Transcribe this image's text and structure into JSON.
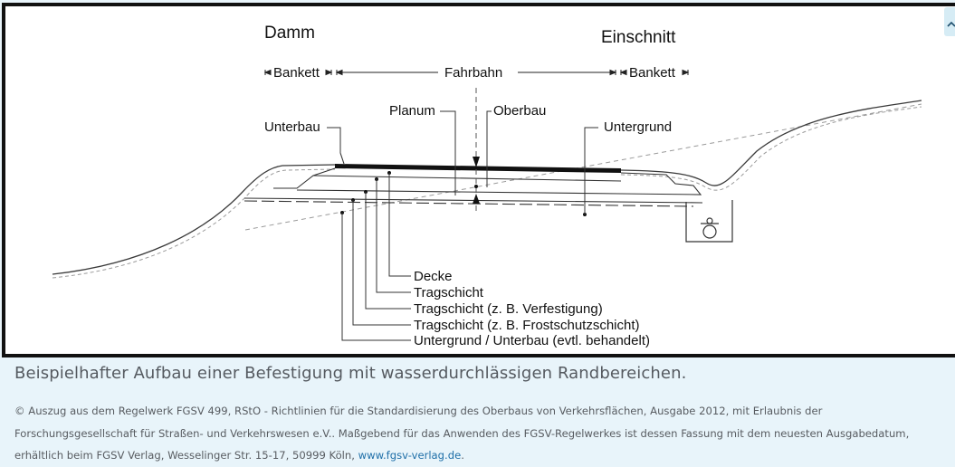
{
  "diagram": {
    "heading_left": "Damm",
    "heading_right": "Einschnitt",
    "dim_bankett_left": "Bankett",
    "dim_fahrbahn": "Fahrbahn",
    "dim_bankett_right": "Bankett",
    "label_planum": "Planum",
    "label_oberbau": "Oberbau",
    "label_unterbau": "Unterbau",
    "label_untergrund": "Untergrund",
    "layers": [
      "Decke",
      "Tragschicht",
      "Tragschicht (z. B. Verfestigung)",
      "Tragschicht (z. B. Frostschutzschicht)",
      "Untergrund / Unterbau (evtl. behandelt)"
    ],
    "colors": {
      "line": "#333333",
      "surface": "#111111",
      "dashed": "#999999"
    }
  },
  "caption": {
    "title": "Beispielhafter Aufbau einer Befestigung mit wasserdurchlässigen Randbereichen.",
    "credit_text": "© Auszug aus dem Regelwerk FGSV 499, RStO - Richtlinien für die Standardisierung des Oberbaus von Verkehrsflächen, Ausgabe 2012, mit Erlaubnis der Forschungsgesellschaft für Straßen- und Verkehrswesen e.V.. Maßgebend für das Anwenden des FGSV-Regelwerkes ist dessen Fassung mit dem neuesten Ausgabedatum, erhältlich beim FGSV Verlag, Wesselinger Str. 15-17, 50999 Köln, ",
    "credit_link": "www.fgsv-verlag.de",
    "credit_end": "."
  },
  "ui": {
    "collapse_icon": "chevron-up-icon"
  }
}
